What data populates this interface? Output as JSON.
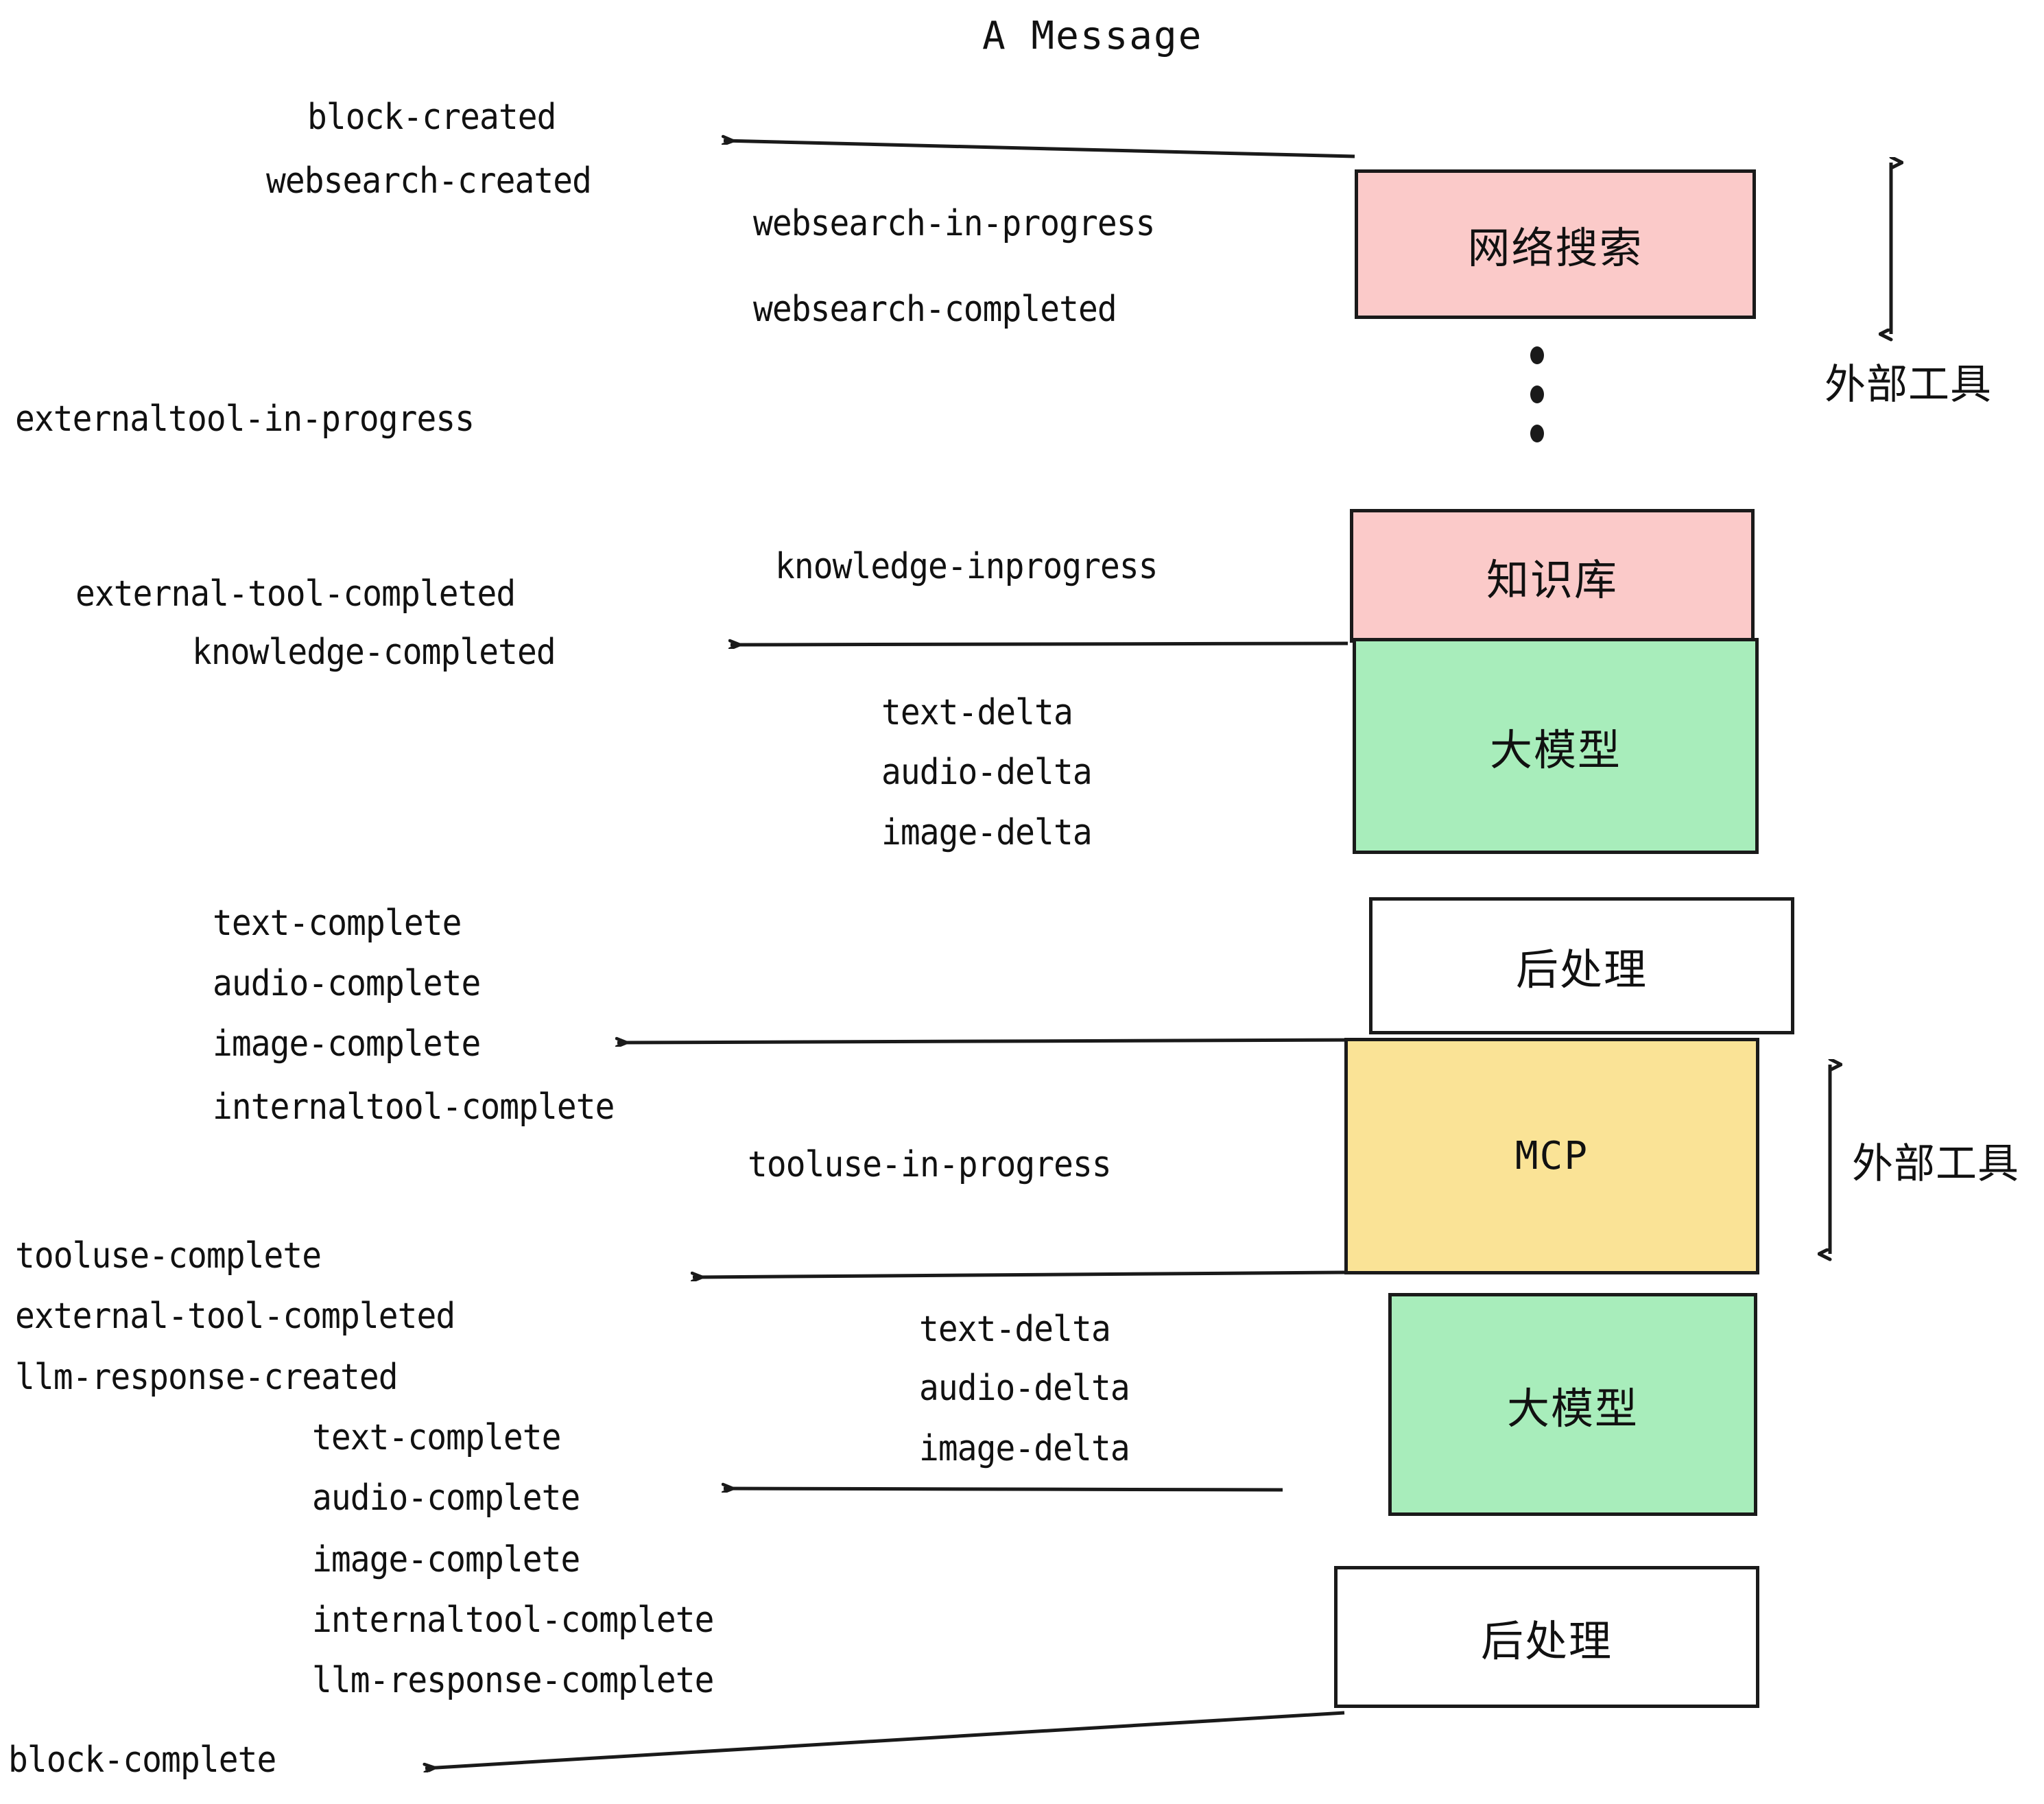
{
  "title": "A Message",
  "events": {
    "block_created": "block-created",
    "websearch_created": "websearch-created",
    "websearch_in_progress": "websearch-in-progress",
    "websearch_completed": "websearch-completed",
    "externaltool_in_progress": "externaltool-in-progress",
    "knowledge_inprogress": "knowledge-inprogress",
    "external_tool_completed_1": "external-tool-completed",
    "knowledge_completed": "knowledge-completed",
    "text_delta_1": "text-delta",
    "audio_delta_1": "audio-delta",
    "image_delta_1": "image-delta",
    "text_complete_1": "text-complete",
    "audio_complete_1": "audio-complete",
    "image_complete_1": "image-complete",
    "internaltool_complete_1": "internaltool-complete",
    "tooluse_in_progress": "tooluse-in-progress",
    "tooluse_complete": "tooluse-complete",
    "external_tool_completed_2": "external-tool-completed",
    "llm_response_created": "llm-response-created",
    "text_delta_2": "text-delta",
    "audio_delta_2": "audio-delta",
    "image_delta_2": "image-delta",
    "text_complete_2": "text-complete",
    "audio_complete_2": "audio-complete",
    "image_complete_2": "image-complete",
    "internaltool_complete_2": "internaltool-complete",
    "llm_response_complete": "llm-response-complete",
    "block_complete": "block-complete"
  },
  "nodes": {
    "web_search": "网络搜索",
    "knowledge_base": "知识库",
    "llm_1": "大模型",
    "post_process_1": "后处理",
    "mcp": "MCP",
    "llm_2": "大模型",
    "post_process_2": "后处理"
  },
  "annotations": {
    "external_tool_top": "外部工具",
    "external_tool_bottom": "外部工具"
  },
  "colors": {
    "pink": "#FBCAC9",
    "green": "#A8EDBB",
    "yellow": "#FAE396",
    "white": "#FFFFFF",
    "stroke": "#1a1a1a",
    "text": "#111111"
  }
}
